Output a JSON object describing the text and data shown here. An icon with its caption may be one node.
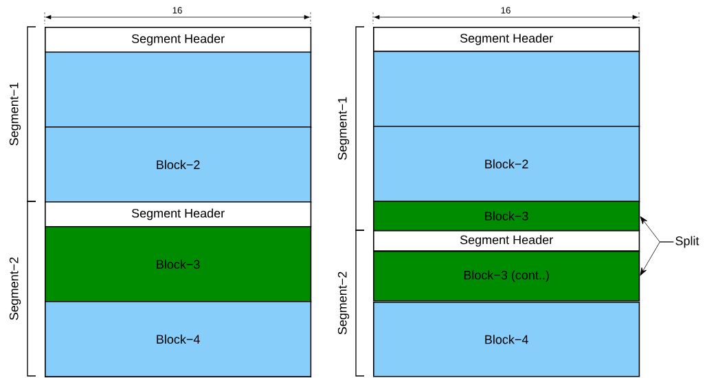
{
  "diagram": {
    "nodes": [
      {
        "text": [
          "Segment Header"
        ]
      },
      {
        "text": [],
        "shape": "box"
      },
      {
        "text": [
          "Block−2"
        ]
      },
      {
        "text": [
          "Segment Header"
        ]
      },
      {
        "text": [
          "Block−3"
        ]
      },
      {
        "text": [
          "Block−4"
        ]
      },
      {
        "text": [
          "Segment Header"
        ]
      },
      {
        "text": [],
        "shape": "box"
      },
      {
        "text": [
          "Block−2"
        ]
      },
      {
        "text": [
          "Block−3"
        ]
      },
      {
        "text": [
          "Segment Header"
        ]
      },
      {
        "text": [
          "Block−3 (cont..)"
        ]
      },
      {
        "text": [
          "Block−4"
        ]
      },
      {
        "text": [
          "Split"
        ]
      }
    ],
    "edges": [
      {
        "from": 13,
        "to": 9,
        "arrow": "to"
      },
      {
        "from": 13,
        "to": 11,
        "arrow": "to"
      }
    ],
    "labels": [
      "16",
      "Segment−1",
      "Segment−2",
      "16",
      "Segment−1",
      "Segment−2"
    ]
  }
}
